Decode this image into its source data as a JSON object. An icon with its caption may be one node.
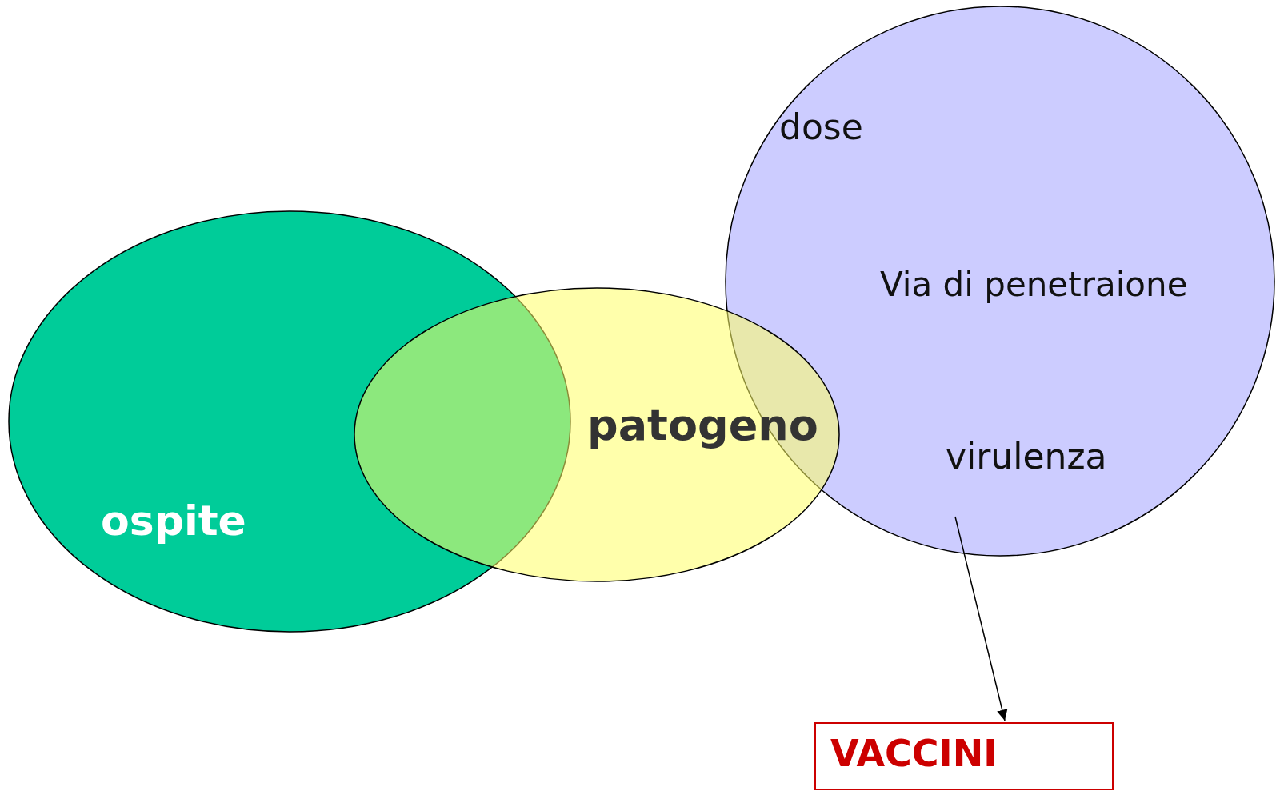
{
  "diagram": {
    "nodes": [
      {
        "text": [
          "ospite"
        ]
      },
      {
        "text": [
          "patogeno"
        ]
      },
      {
        "text": [
          "dose",
          "Via di penetraione",
          "virulenza"
        ]
      },
      {
        "text": [
          "VACCINI"
        ]
      }
    ],
    "edges": [
      {
        "from": 2,
        "to": 3,
        "arrow": "to"
      }
    ]
  }
}
